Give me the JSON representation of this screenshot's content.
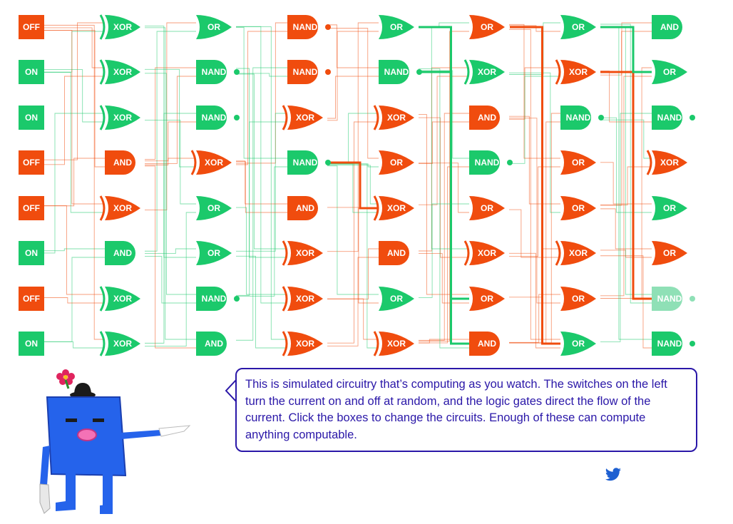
{
  "switches": [
    "OFF",
    "ON",
    "ON",
    "OFF",
    "OFF",
    "ON",
    "OFF",
    "ON"
  ],
  "gate_columns": [
    [
      "XOR",
      "XOR",
      "XOR",
      "AND",
      "XOR",
      "AND",
      "XOR",
      "XOR"
    ],
    [
      "OR",
      "NAND",
      "NAND",
      "XOR",
      "OR",
      "OR",
      "NAND",
      "AND"
    ],
    [
      "NAND",
      "NAND",
      "XOR",
      "NAND",
      "AND",
      "XOR",
      "XOR",
      "XOR"
    ],
    [
      "OR",
      "NAND",
      "XOR",
      "OR",
      "XOR",
      "AND",
      "OR",
      "XOR"
    ],
    [
      "OR",
      "XOR",
      "AND",
      "NAND",
      "OR",
      "XOR",
      "OR",
      "AND"
    ],
    [
      "OR",
      "XOR",
      "NAND",
      "OR",
      "OR",
      "XOR",
      "OR",
      "OR"
    ],
    [
      "AND",
      "OR",
      "NAND",
      "XOR",
      "OR",
      "OR",
      "NAND",
      "NAND"
    ]
  ],
  "gate_states": [
    [
      "on",
      "on",
      "on",
      "off",
      "off",
      "on",
      "on",
      "on"
    ],
    [
      "on",
      "on",
      "on",
      "off",
      "on",
      "on",
      "on",
      "on"
    ],
    [
      "off",
      "off",
      "off",
      "on",
      "off",
      "off",
      "off",
      "off"
    ],
    [
      "on",
      "on",
      "off",
      "off",
      "off",
      "off",
      "on",
      "off"
    ],
    [
      "off",
      "on",
      "off",
      "on",
      "off",
      "off",
      "off",
      "off"
    ],
    [
      "on",
      "off",
      "on",
      "off",
      "off",
      "off",
      "off",
      "on"
    ],
    [
      "on",
      "on",
      "on",
      "off",
      "on",
      "off",
      "dim",
      "on"
    ]
  ],
  "colors": {
    "on": "#1bc96b",
    "off": "#f04c0e",
    "dim": "#8fe0b6",
    "text": "#2a17a8"
  },
  "message": "This is simulated circuitry that’s computing as you watch. The switches on the left turn the current on and off at random, and the logic gates direct the flow of the current. Click the boxes to change the circuits. Enough of these can compute anything computable.",
  "icons": {
    "share": "twitter-icon",
    "character": "blue-box-character"
  }
}
